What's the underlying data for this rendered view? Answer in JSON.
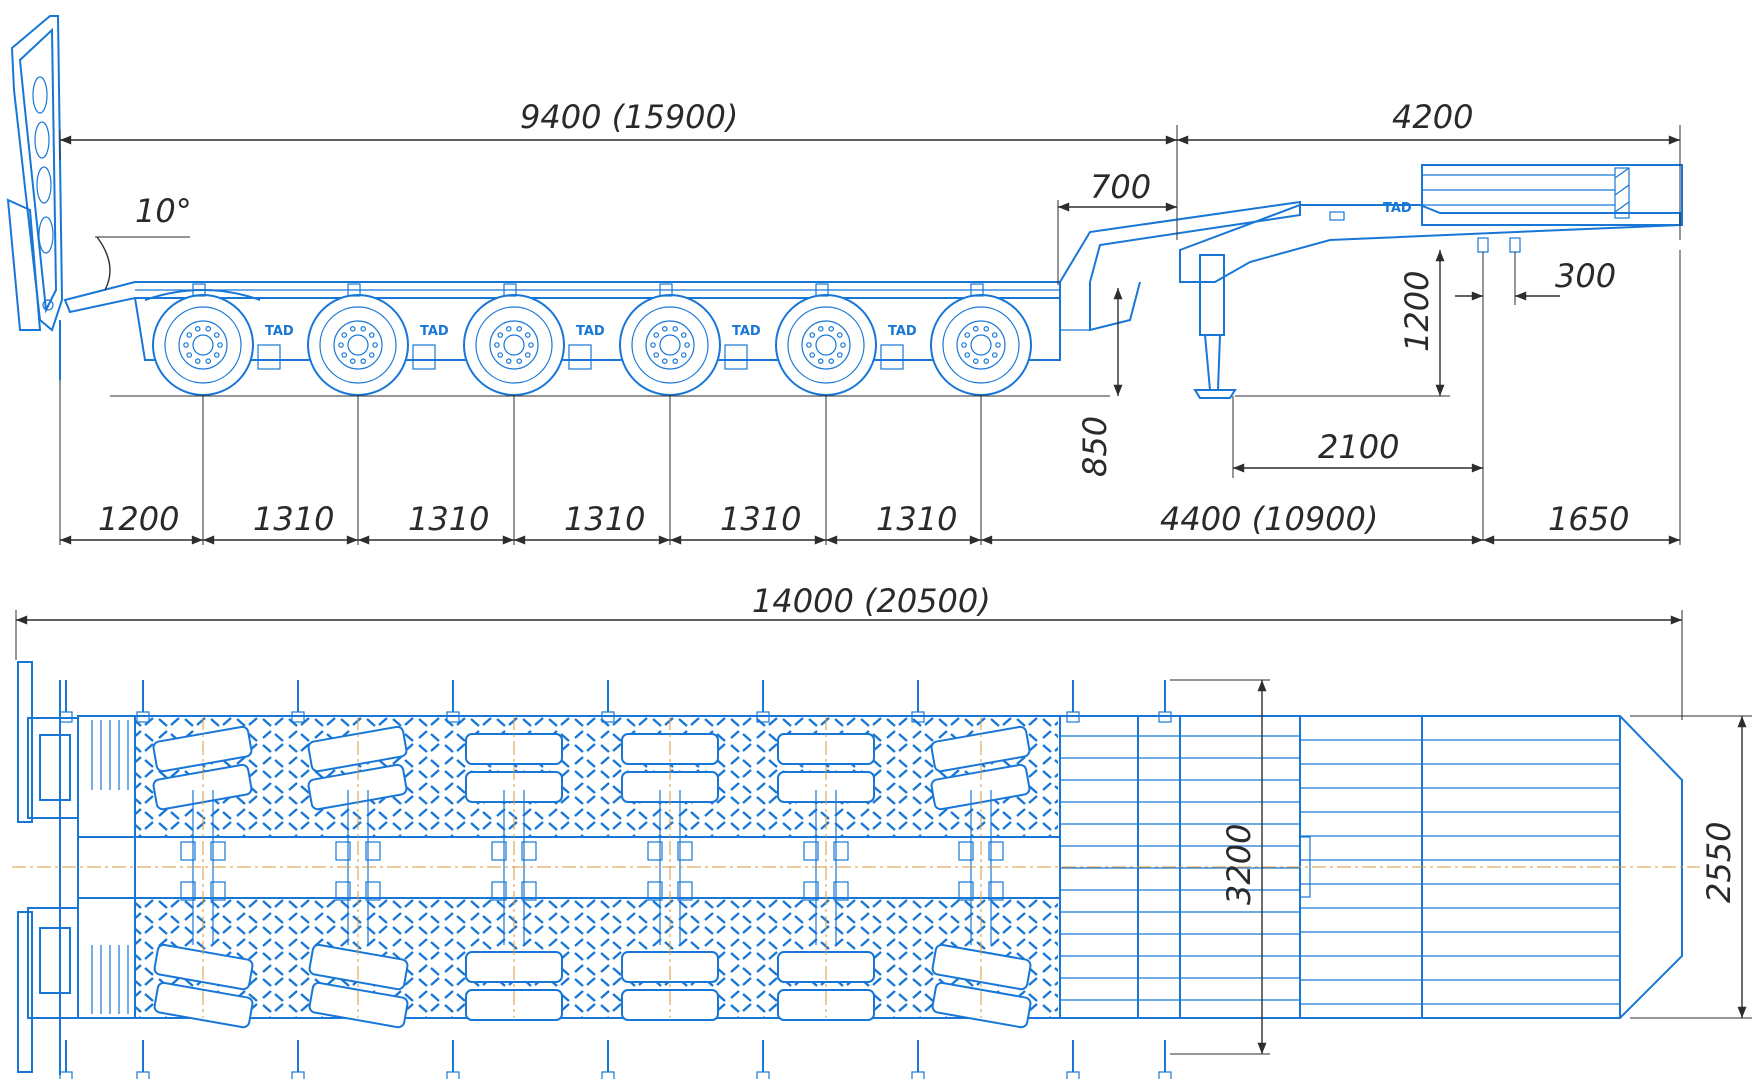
{
  "brand_label": "TAD",
  "colors": {
    "drawing_lines": "#1877d6",
    "dimension_lines": "#2d2d2d",
    "centerline": "#d99a3a"
  },
  "side_view": {
    "dimensions": {
      "deck_length": "9400 (15900)",
      "gooseneck_length": "4200",
      "gooseneck_step": "700",
      "ramp_angle": "10°",
      "front_overhang_300": "300",
      "gooseneck_height": "1200",
      "deck_height": "850",
      "kingpin_offset": "2100",
      "rear_overhang": "1200",
      "axle_spacings": [
        "1310",
        "1310",
        "1310",
        "1310",
        "1310"
      ],
      "wheelbase_to_kingpin": "4400 (10900)",
      "front_overhang": "1650"
    }
  },
  "top_view": {
    "dimensions": {
      "overall_length": "14000 (20500)",
      "extended_width": "3200",
      "width": "2550"
    }
  }
}
